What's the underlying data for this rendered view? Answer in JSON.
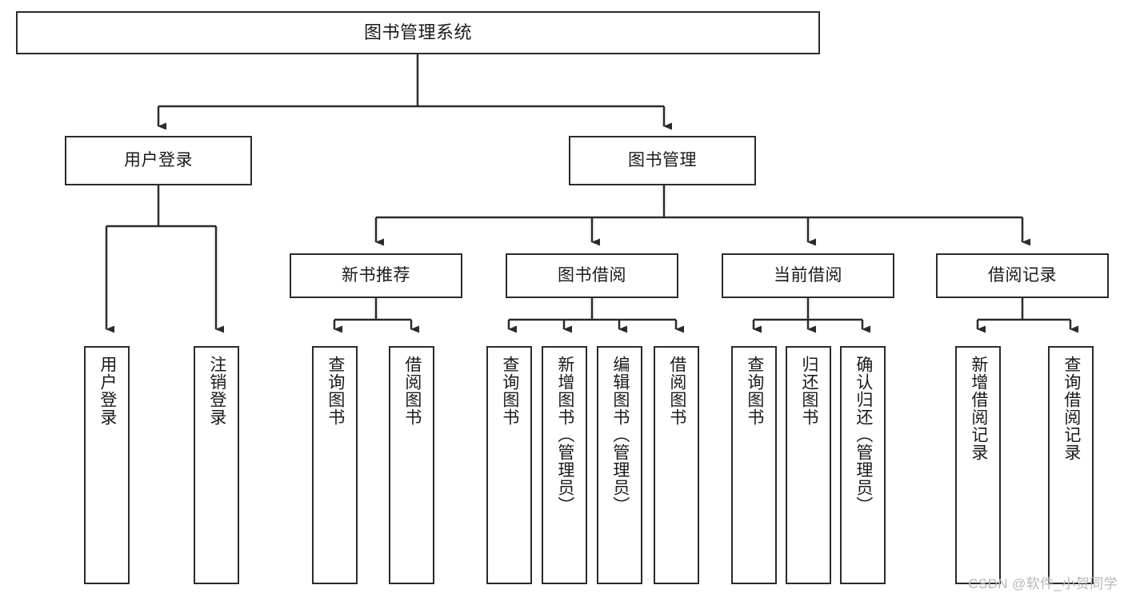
{
  "diagram": {
    "title": "图书管理系统",
    "watermark": "CSDN @软件_小贺同学",
    "colors": {
      "box_border": "#2b2b2b",
      "box_fill": "#ffffff",
      "text": "#1a1a1a",
      "connector": "#2b2b2b",
      "watermark": "#b7b7b7",
      "background": "#ffffff"
    },
    "root": {
      "label": "图书管理系统"
    },
    "level2": [
      {
        "label": "用户登录"
      },
      {
        "label": "图书管理"
      }
    ],
    "level3": [
      {
        "label": "新书推荐"
      },
      {
        "label": "图书借阅"
      },
      {
        "label": "当前借阅"
      },
      {
        "label": "借阅记录"
      }
    ],
    "leaves": {
      "user_login": [
        {
          "label": "用户登录"
        },
        {
          "label": "注销登录"
        }
      ],
      "new_book_recommend": [
        {
          "label": "查询图书"
        },
        {
          "label": "借阅图书"
        }
      ],
      "book_borrow": [
        {
          "label": "查询图书"
        },
        {
          "label": "新增图书（管理员）"
        },
        {
          "label": "编辑图书（管理员）"
        },
        {
          "label": "借阅图书"
        }
      ],
      "current_borrow": [
        {
          "label": "查询图书"
        },
        {
          "label": "归还图书"
        },
        {
          "label": "确认归还（管理员）"
        }
      ],
      "borrow_record": [
        {
          "label": "新增借阅记录"
        },
        {
          "label": "查询借阅记录"
        }
      ]
    }
  }
}
